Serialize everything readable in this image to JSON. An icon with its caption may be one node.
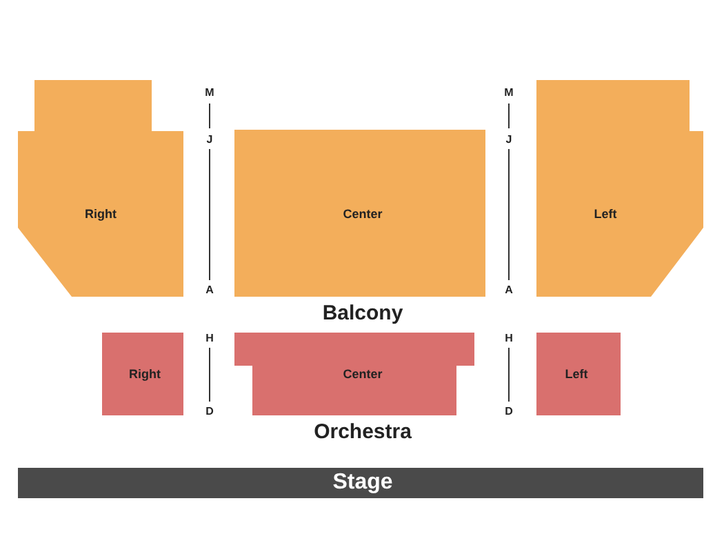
{
  "diagram": {
    "nodes": [
      {
        "text": [
          "Right"
        ]
      },
      {
        "text": [
          "Center"
        ]
      },
      {
        "text": [
          "Left"
        ]
      },
      {
        "text": [
          "Right"
        ]
      },
      {
        "text": [
          "Center"
        ]
      },
      {
        "text": [
          "Left"
        ]
      },
      {
        "text": [
          "Stage"
        ]
      }
    ],
    "labels": [
      "M",
      "M",
      "J",
      "J",
      "A",
      "A",
      "Balcony",
      "H",
      "H",
      "D",
      "D",
      "Orchestra"
    ]
  }
}
